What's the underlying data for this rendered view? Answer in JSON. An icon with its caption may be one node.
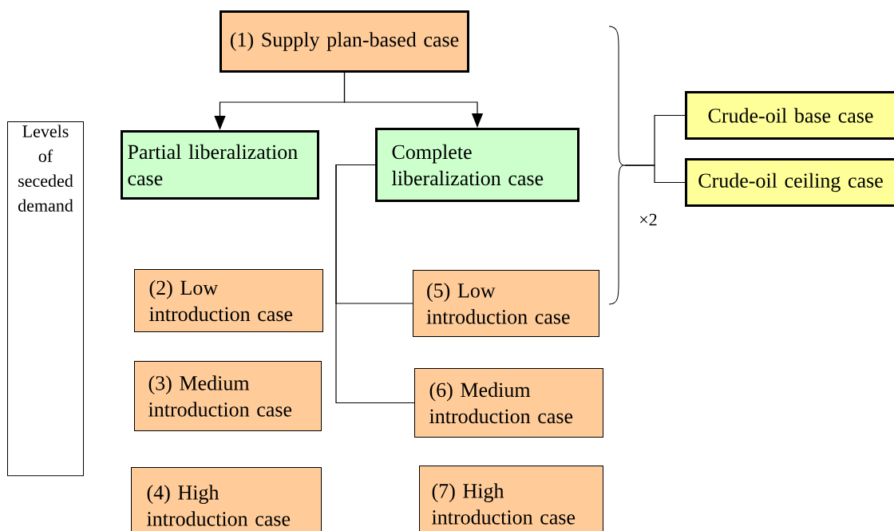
{
  "diagram": {
    "nodes": [
      {
        "text": [
          "Levels of seceded demand"
        ]
      },
      {
        "text": [
          "(1) Supply plan-based case"
        ]
      },
      {
        "text": [
          "Partial liberalization case"
        ]
      },
      {
        "text": [
          "Complete liberalization case"
        ]
      },
      {
        "text": [
          "(2) Low introduction case"
        ]
      },
      {
        "text": [
          "(3) Medium introduction case"
        ]
      },
      {
        "text": [
          "(4) High introduction case"
        ]
      },
      {
        "text": [
          "(5) Low introduction case"
        ]
      },
      {
        "text": [
          "(6) Medium introduction case"
        ]
      },
      {
        "text": [
          "(7) High introduction case"
        ]
      },
      {
        "text": [
          "Crude-oil base case"
        ]
      },
      {
        "text": [
          "Crude-oil ceiling case"
        ]
      },
      {
        "text": [],
        "shape": "brace"
      }
    ],
    "edges": [
      {
        "from": 1,
        "to": 2,
        "arrow": "to"
      },
      {
        "from": 1,
        "to": 3,
        "arrow": "to"
      },
      {
        "from": 3,
        "to": 7,
        "arrow": "none"
      },
      {
        "from": 3,
        "to": 8,
        "arrow": "none"
      },
      {
        "from": 12,
        "to": 10,
        "arrow": "none"
      },
      {
        "from": 12,
        "to": 11,
        "arrow": "none"
      }
    ],
    "labels": [
      "×2"
    ]
  }
}
